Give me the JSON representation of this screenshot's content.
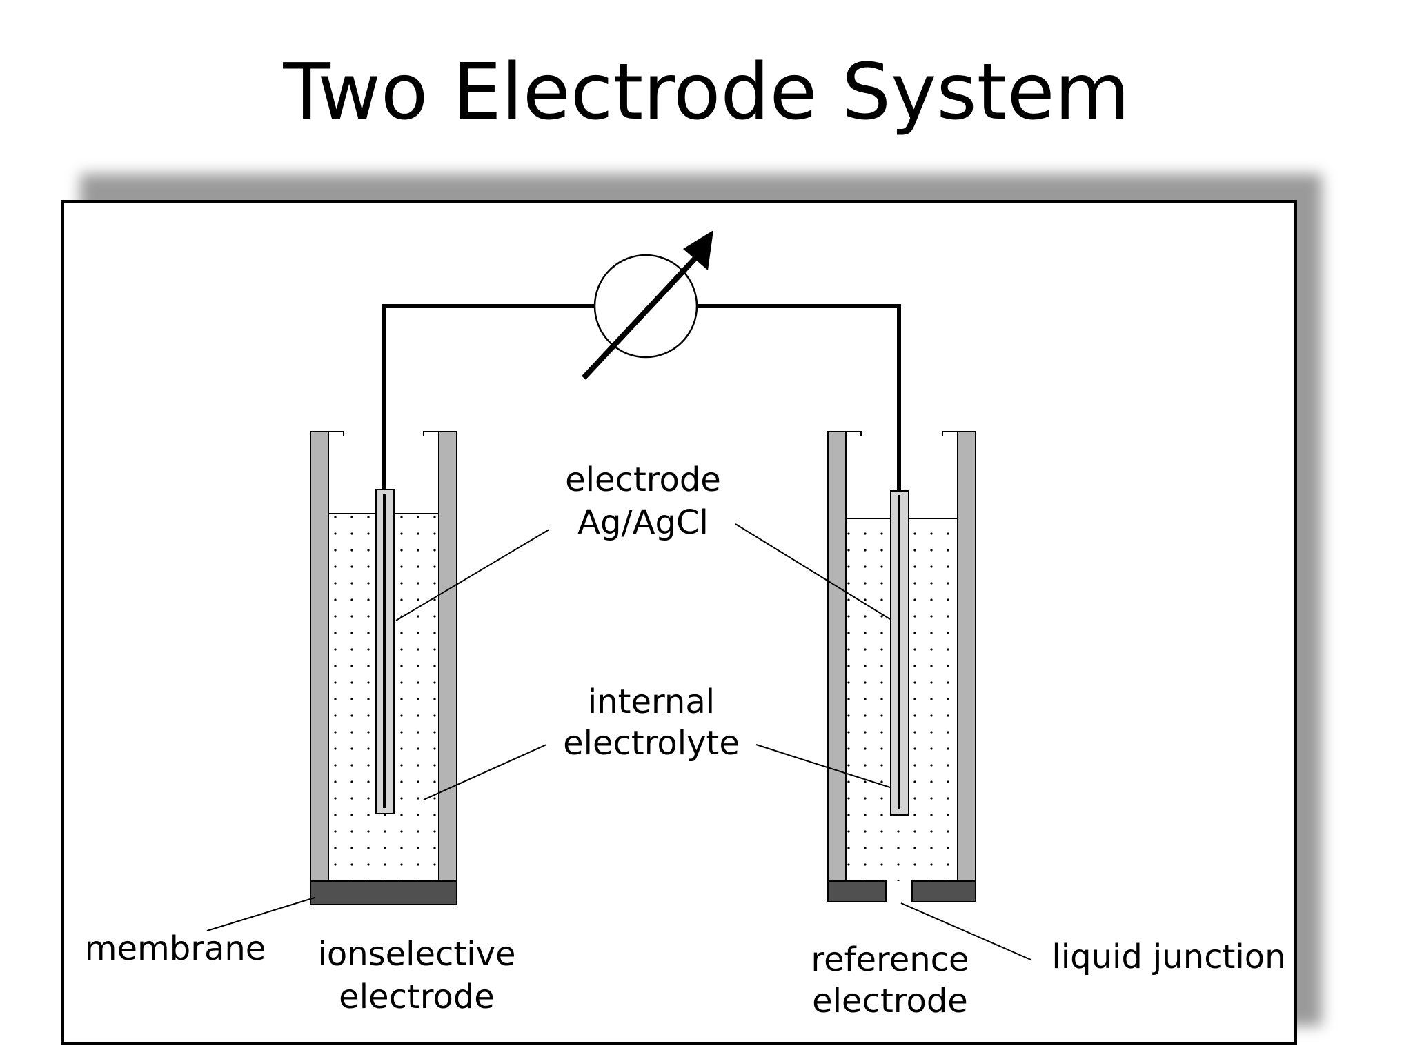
{
  "title": "Two Electrode System",
  "labels": {
    "electrode_line1": "electrode",
    "electrode_line2": "Ag/AgCl",
    "electrolyte_line1": "internal",
    "electrolyte_line2": "electrolyte",
    "membrane": "membrane",
    "ise_line1": "ionselective",
    "ise_line2": "electrode",
    "ref_line1": "reference",
    "ref_line2": "electrode",
    "liquid_junction": "liquid junction"
  },
  "colors": {
    "wall": "#b4b4b4",
    "base": "#505050",
    "line": "#000000"
  }
}
